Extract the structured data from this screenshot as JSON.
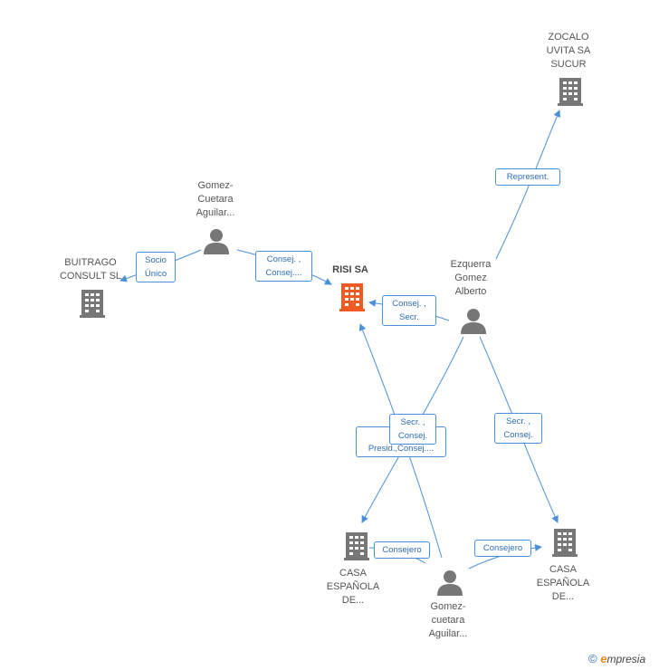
{
  "colors": {
    "edge": "#4a90d9",
    "building": "#777777",
    "main_building": "#f05a23",
    "person": "#777777"
  },
  "nodes": {
    "zocalo": "ZOCALO\nUVITA SA\nSUCUR",
    "buitrago": "BUITRAGO\nCONSULT SL",
    "gomez_top": "Gomez-\nCuetara\nAguilar...",
    "risi": "RISI SA",
    "ezquerra": "Ezquerra\nGomez\nAlberto",
    "casa_left": "CASA\nESPAÑOLA\nDE...",
    "casa_right": "CASA\nESPAÑOLA\nDE...",
    "gomez_bottom": "Gomez-\ncuetara\nAguilar..."
  },
  "edges": {
    "represent": "Represent.",
    "socio_unico": "Socio\nÚnico",
    "consej_consej": "Consej. ,\nConsej....",
    "consej_secr": "Consej. ,\nSecr.",
    "secr_consej_mid": "Secr. ,\nConsej.",
    "consej_presid": "Co...\nPresid.,Consej....",
    "secr_consej_right": "Secr. ,\nConsej.",
    "consejero_left": "Consejero",
    "consejero_right": "Consejero"
  },
  "footer": {
    "copyright": "©",
    "brand_e": "e",
    "brand_rest": "mpresia"
  }
}
